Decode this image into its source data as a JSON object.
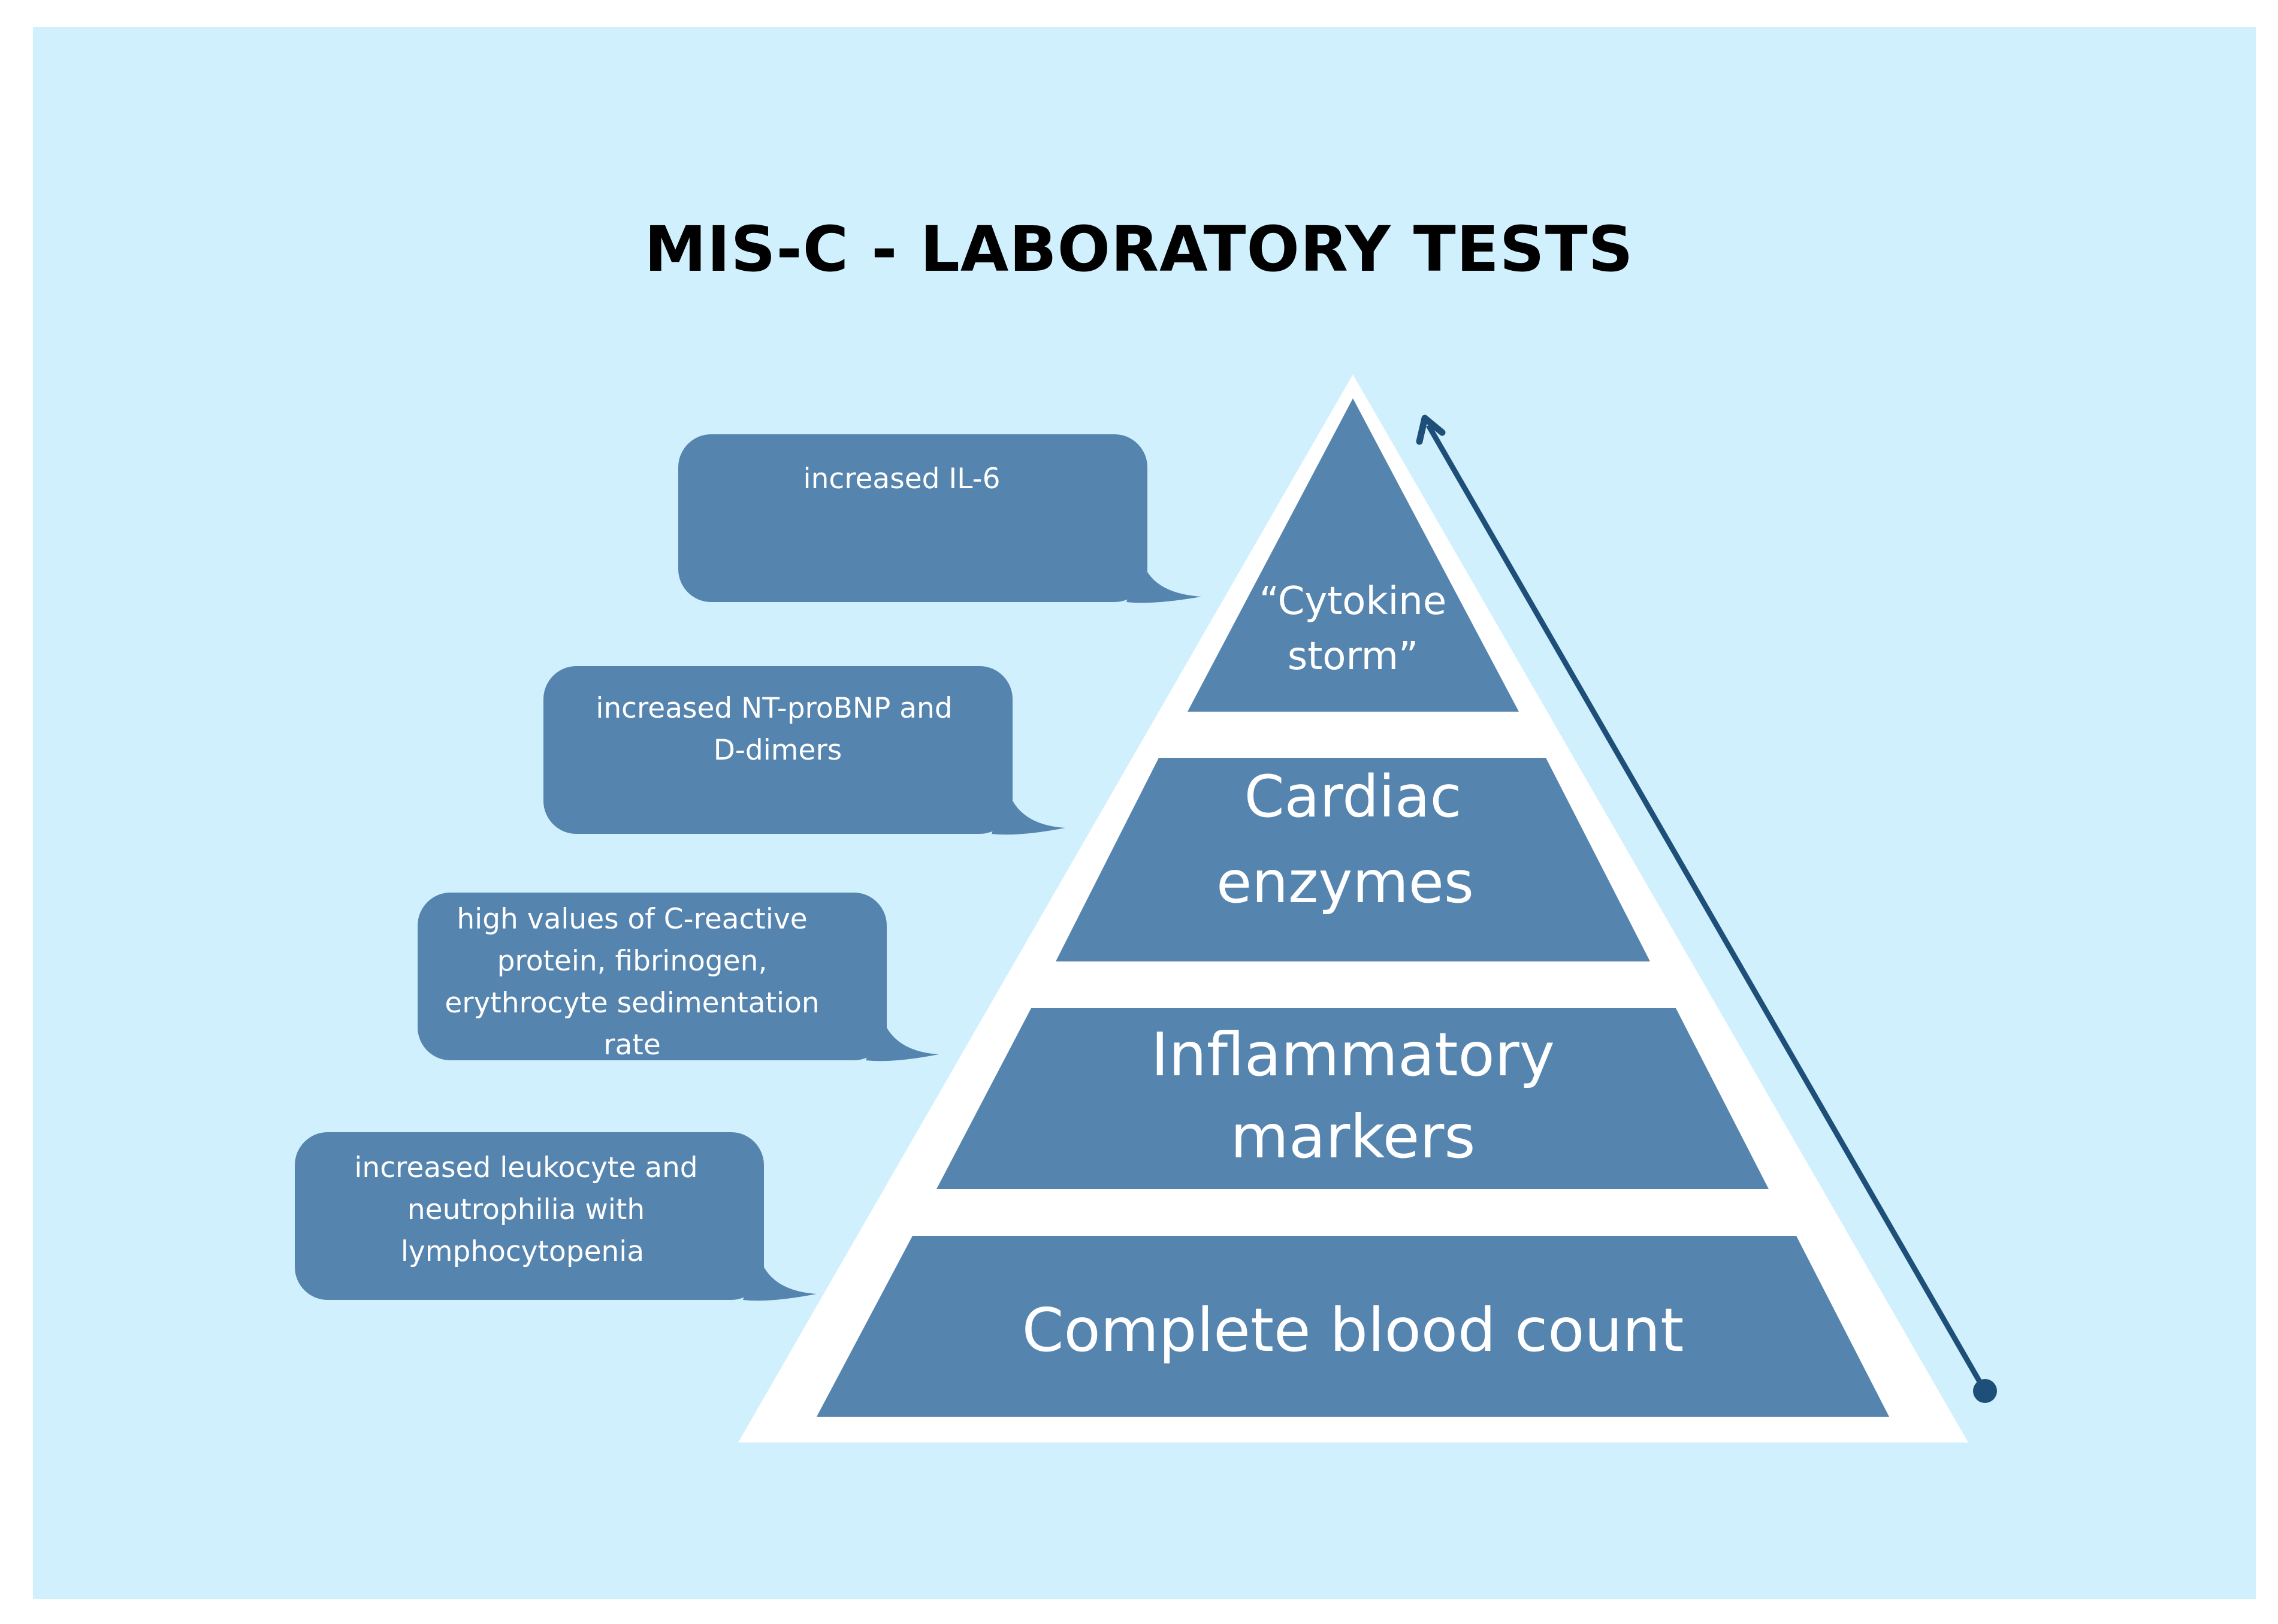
{
  "title": "MIS-C - LABORATORY TESTS",
  "colors": {
    "background": "#d0f0fd",
    "tier": "#5584ae",
    "bubble": "#5584ae",
    "arrow": "#1d4f78",
    "pyramid_frame": "#ffffff"
  },
  "pyramid": {
    "tiers": [
      {
        "lines": [
          "“Cytokine",
          "storm”"
        ]
      },
      {
        "lines": [
          "Cardiac",
          "enzymes"
        ]
      },
      {
        "lines": [
          "Inflammatory",
          "markers"
        ]
      },
      {
        "lines": [
          "Complete blood count"
        ]
      }
    ]
  },
  "bubbles": [
    {
      "lines": [
        "increased IL-6"
      ]
    },
    {
      "lines": [
        "increased NT-proBNP  and",
        "D-dimers"
      ]
    },
    {
      "lines": [
        "high values of C-reactive",
        "protein, fibrinogen,",
        "erythrocyte sedimentation",
        "rate"
      ]
    },
    {
      "lines": [
        "increased leukocyte and",
        "neutrophilia with",
        "lymphocytopenia"
      ]
    }
  ],
  "arrow": {
    "direction": "up"
  }
}
